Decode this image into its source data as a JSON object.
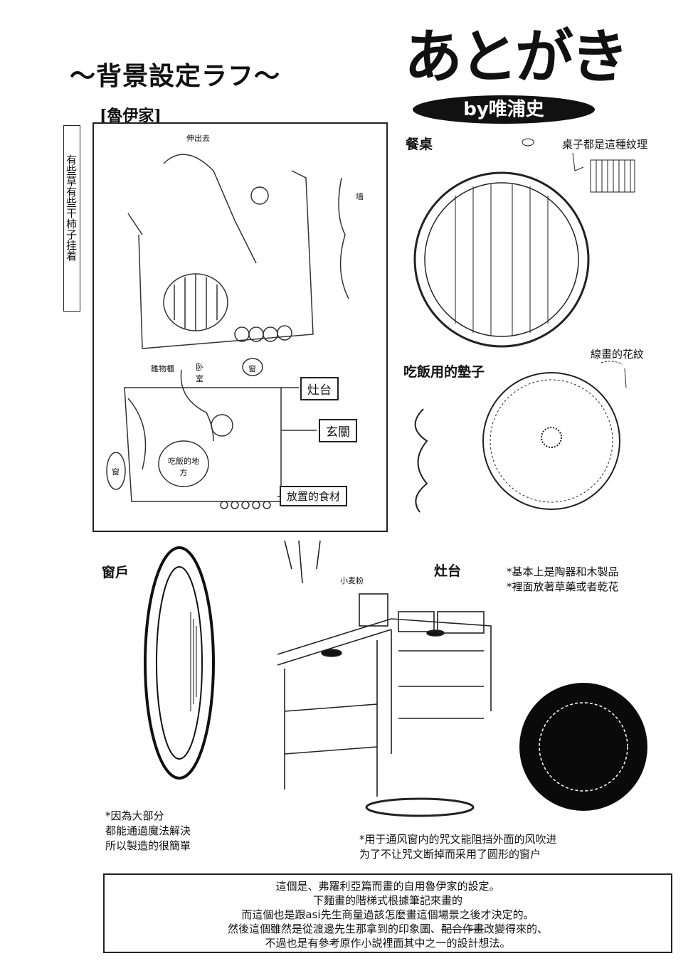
{
  "header": {
    "title": "～背景設定ラフ～",
    "logo": "あとがき",
    "byline": "by唯浦史"
  },
  "house": {
    "label": "[魯伊家]",
    "side_note": "有些草有些干柿子挂着",
    "sketch_labels": {
      "extend": "伸出去",
      "wall": "墙",
      "cabinet": "雛物櫃",
      "bedroom": "卧室",
      "window_top": "窗",
      "window_left": "窗",
      "dining_place": "吃飯的地方"
    },
    "boxed_labels": [
      "灶台",
      "玄關",
      "放置的食材"
    ]
  },
  "table": {
    "heading": "餐桌",
    "texture_note": "桌子都是這種紋理"
  },
  "mat": {
    "heading": "吃飯用的墊子",
    "pattern_note": "線畫的花紋"
  },
  "window": {
    "heading": "窗戶",
    "note": [
      "*因為大部分",
      "都能通過魔法解決",
      "所以製造的很簡單"
    ]
  },
  "stove": {
    "heading": "灶台",
    "notes": [
      "*基本上是陶器和木製品",
      "*裡面放著草藥或者乾花"
    ],
    "flour_label": "小麦粉"
  },
  "spell_note": [
    "*用于通风窗内的咒文能阻挡外面的风吹进",
    "为了不让咒文断掉而采用了圆形的窗户"
  ],
  "afterword": {
    "lines": [
      "這個是、弗羅利亞篇而畫的自用魯伊家的設定。",
      "下麵畫的階梯式根據筆記來畫的",
      "而這個也是跟asi先生商量過該怎麼畫這個場景之後才決定的。"
    ],
    "line4_before": "然後這個雖然是從渡邊先生那拿到的印象圖、",
    "line4_struck": "配合作畫",
    "line4_after": "改變得來的、",
    "line5": "不過也是有參考原作小説裡面其中之一的設計想法。"
  }
}
